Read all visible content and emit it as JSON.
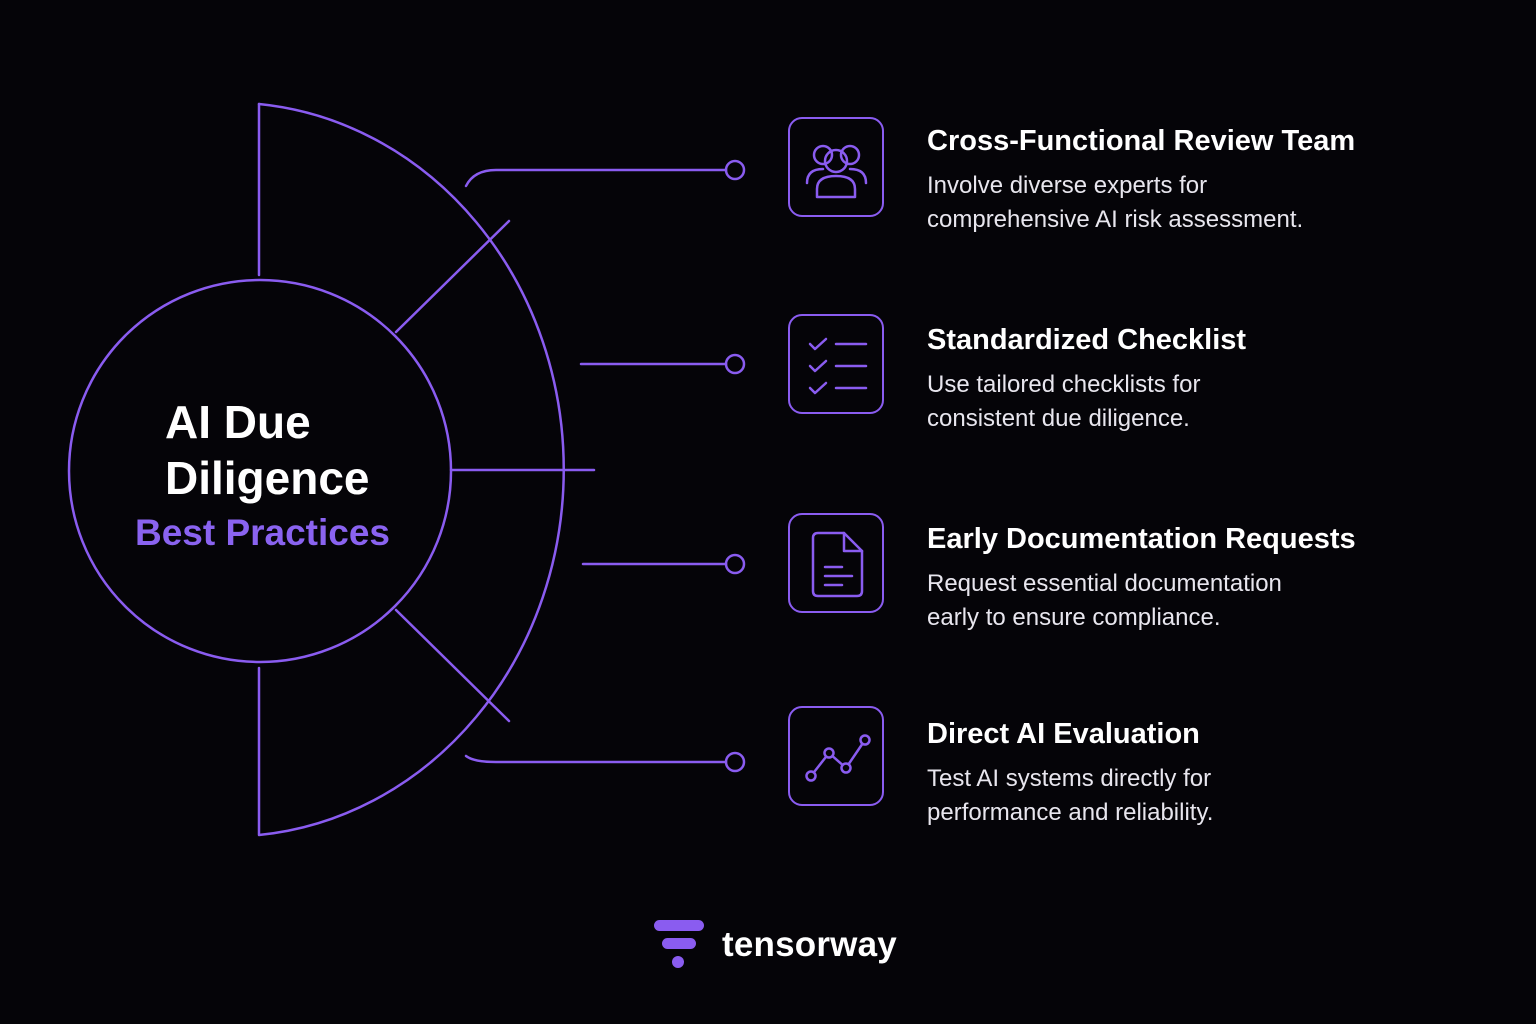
{
  "center": {
    "title_line1": "AI Due",
    "title_line2": "Diligence",
    "subtitle": "Best Practices"
  },
  "practices": [
    {
      "icon": "users-group-icon",
      "title": "Cross-Functional Review Team",
      "description": "Involve diverse experts for\ncomprehensive AI risk assessment."
    },
    {
      "icon": "checklist-icon",
      "title": "Standardized Checklist",
      "description": "Use tailored checklists for\nconsistent due diligence."
    },
    {
      "icon": "document-icon",
      "title": "Early Documentation Requests",
      "description": "Request essential documentation\nearly to ensure compliance."
    },
    {
      "icon": "line-chart-icon",
      "title": "Direct AI Evaluation",
      "description": "Test AI systems directly for\nperformance and reliability."
    }
  ],
  "brand": {
    "name": "tensorway"
  },
  "colors": {
    "background": "#050408",
    "accent": "#8a5cf0",
    "accent_text": "#8a63f0",
    "text": "#ffffff"
  }
}
